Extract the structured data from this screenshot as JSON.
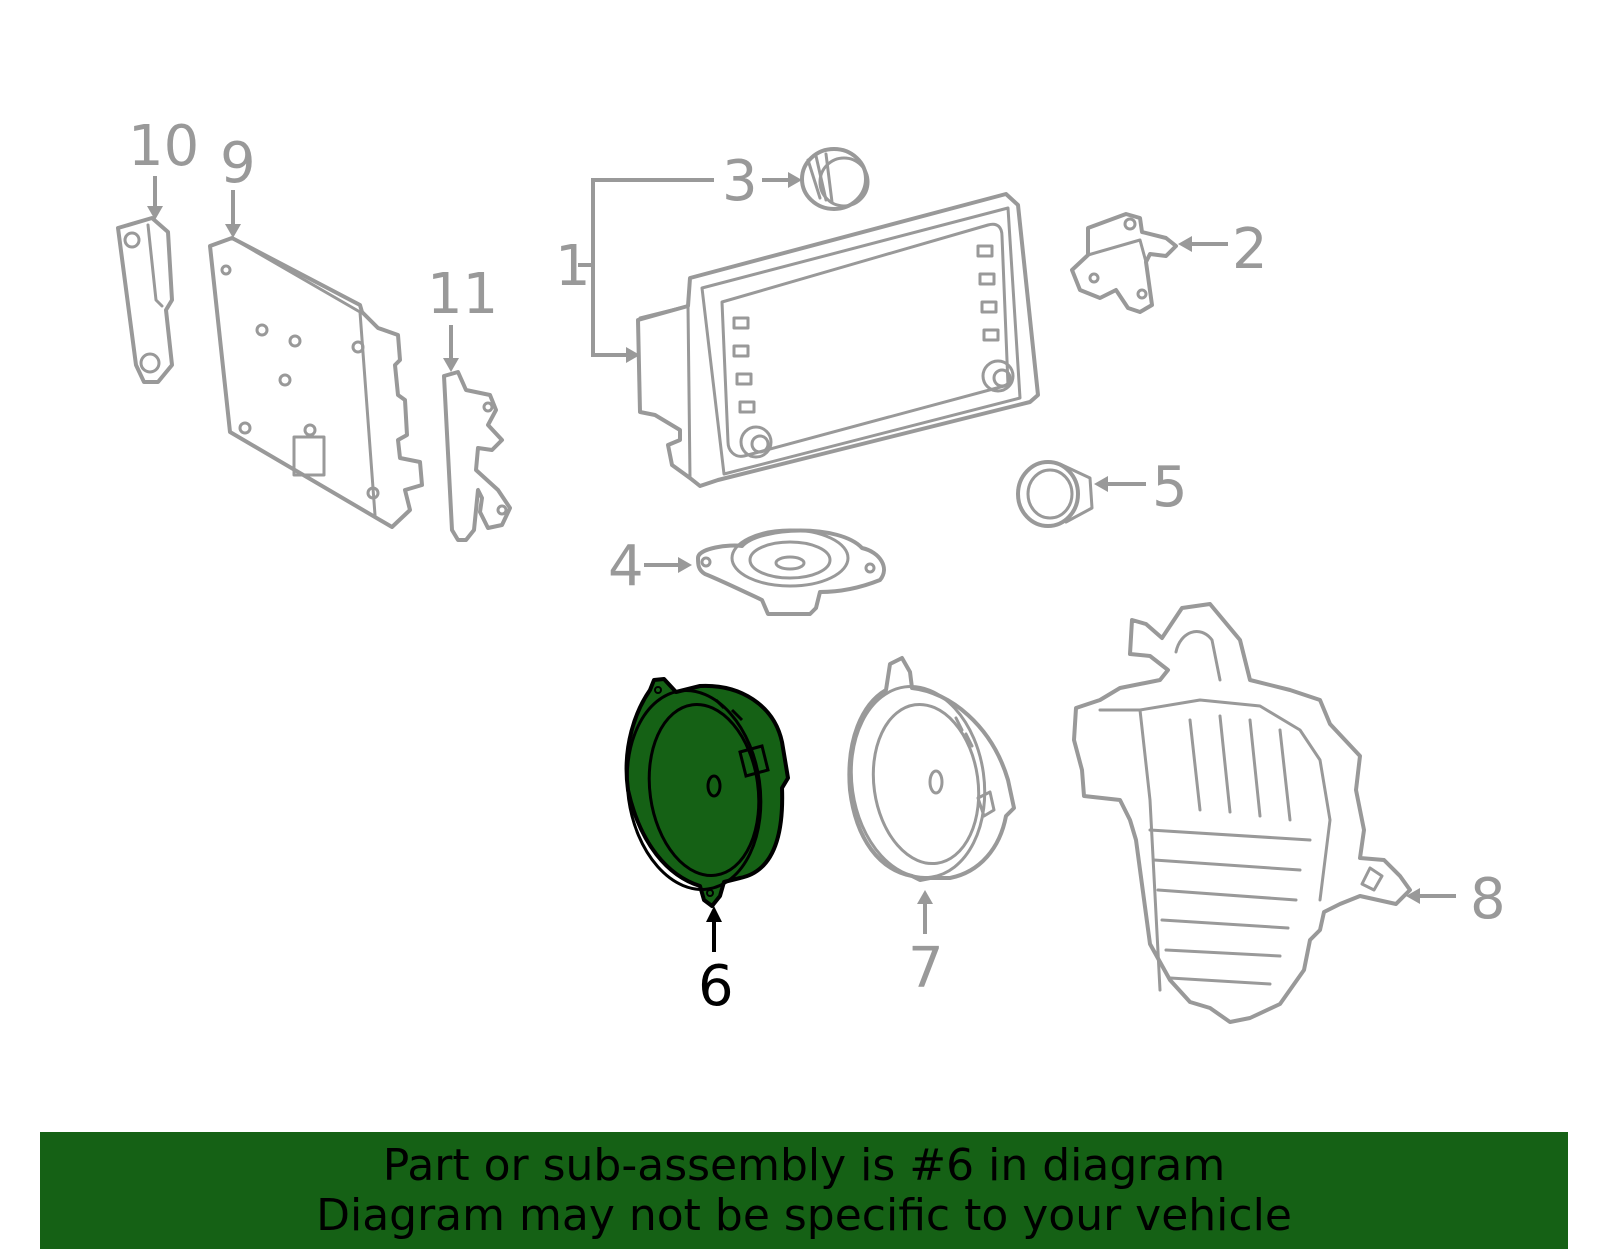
{
  "callouts": {
    "c1": "1",
    "c2": "2",
    "c3": "3",
    "c4": "4",
    "c5": "5",
    "c6": "6",
    "c7": "7",
    "c8": "8",
    "c9": "9",
    "c10": "10",
    "c11": "11"
  },
  "highlighted_part": "6",
  "colors": {
    "highlight_fill": "#156115",
    "banner": "#156115",
    "line_art": "#999999",
    "active_label": "#000000"
  },
  "banner": {
    "line1": "Part or sub-assembly is #6 in diagram",
    "line2": "Diagram may not be specific to your vehicle"
  }
}
